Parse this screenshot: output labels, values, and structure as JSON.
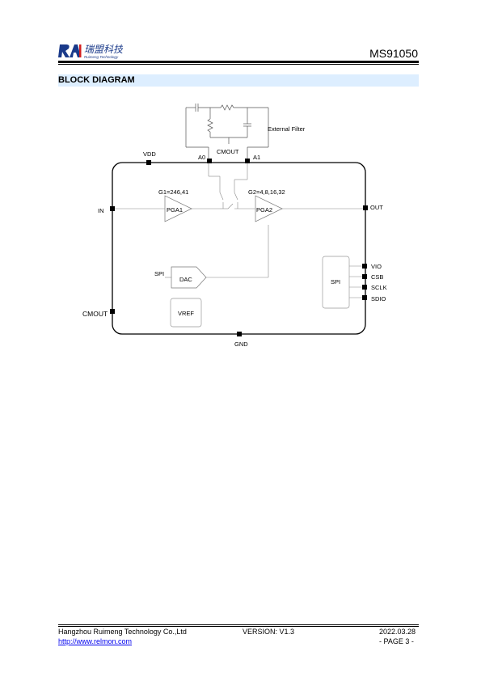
{
  "header": {
    "logo_text": "瑞盟科技",
    "logo_sub": "Ruimeng Technology",
    "doc_title": "MS91050"
  },
  "section": {
    "title": "BLOCK DIAGRAM"
  },
  "diagram": {
    "external_filter": "External Filter",
    "cmout_top": "CMOUT",
    "vdd": "VDD",
    "a0": "A0",
    "a1": "A1",
    "g1": "G1=246,41",
    "g2": "G2=4,8,16,32",
    "in": "IN",
    "pga1": "PGA1",
    "pga2": "PGA2",
    "out": "OUT",
    "spi_in": "SPI",
    "dac": "DAC",
    "cmout_left": "CMOUT",
    "vref": "VREF",
    "gnd": "GND",
    "spi_block": "SPI",
    "vio": "VIO",
    "csb": "CSB",
    "sclk": "SCLK",
    "sdio": "SDIO"
  },
  "footer": {
    "company": "Hangzhou Ruimeng Technology Co.,Ltd",
    "version": "VERSION:  V1.3",
    "date": "2022.03.28",
    "url": "http://www.relmon.com",
    "page": "- PAGE 3 -"
  }
}
